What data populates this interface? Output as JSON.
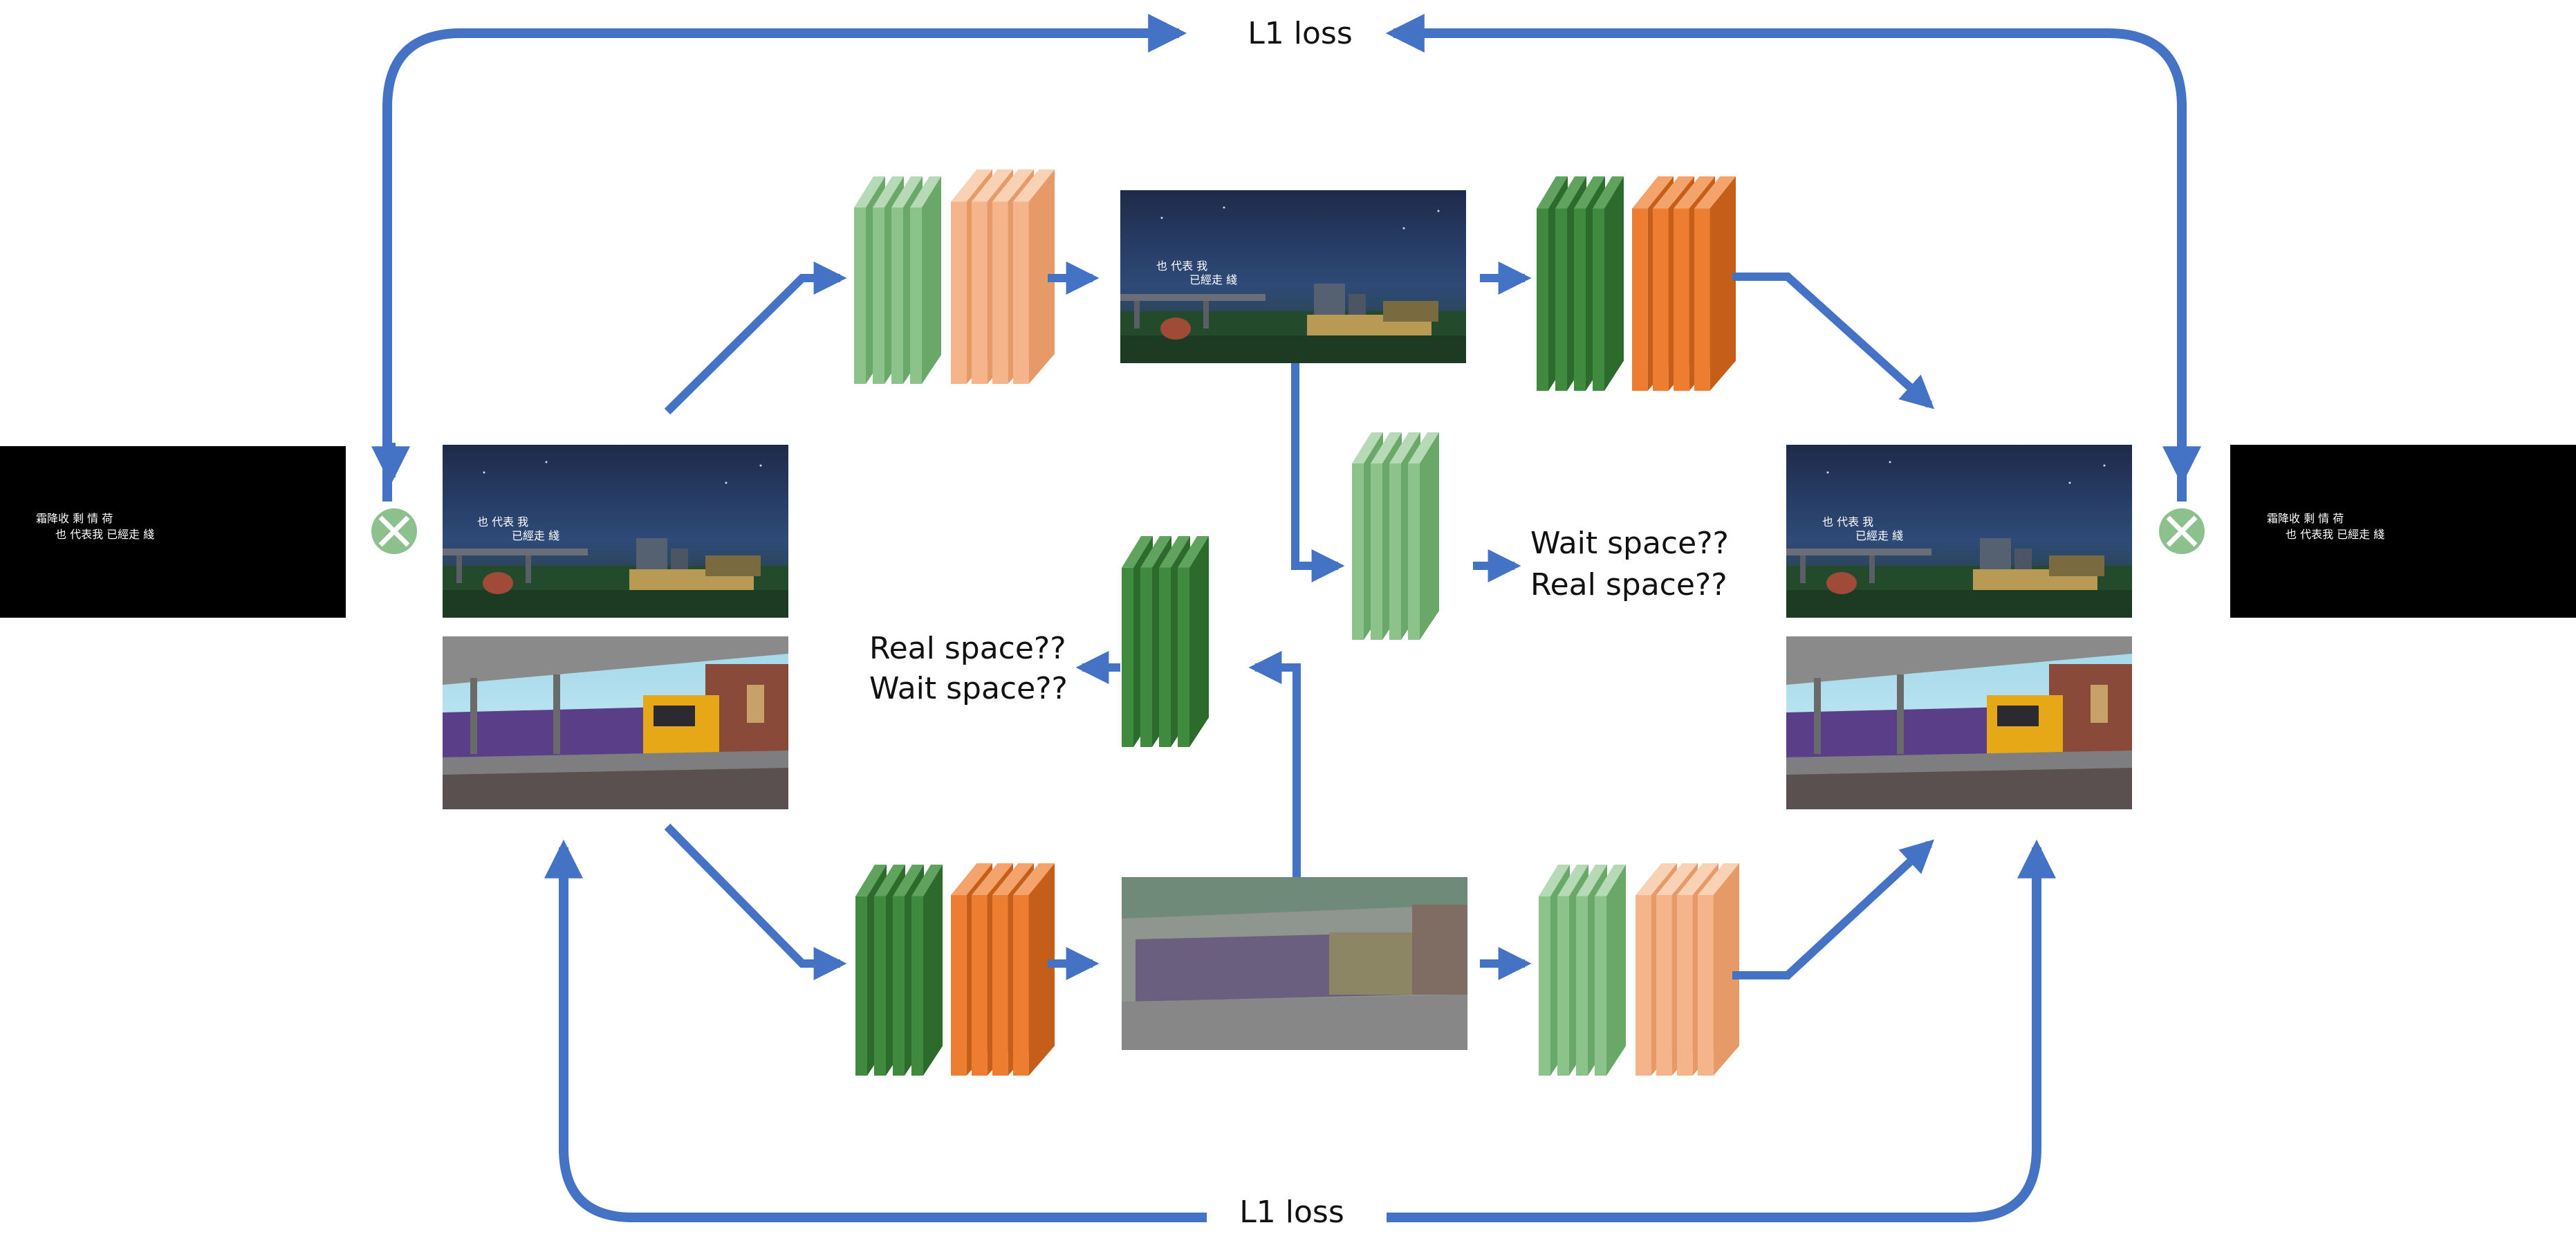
{
  "labels": {
    "top_loss": "L1 loss",
    "bottom_loss": "L1 loss",
    "right_disc_line1": "Wait space??",
    "right_disc_line2": "Real space??",
    "left_disc_line1": "Real space??",
    "left_disc_line2": "Wait space??"
  },
  "mask_text": {
    "line1": "霜降收 剩 情 荷",
    "line2": "也 代表我 已經走 綫"
  },
  "scene_text": {
    "line1": "也 代表 我",
    "line2": "已經走 綫"
  },
  "colors": {
    "arrow": "#4472c4",
    "green_light": "#8bc38b",
    "green_dark": "#3f8a3f",
    "orange_light": "#f5b48a",
    "orange_dark": "#ed7d31",
    "op_icon": "#8cc08c",
    "mask_bg": "#000000"
  },
  "icons": {
    "operator": "multiply-circle-icon"
  }
}
